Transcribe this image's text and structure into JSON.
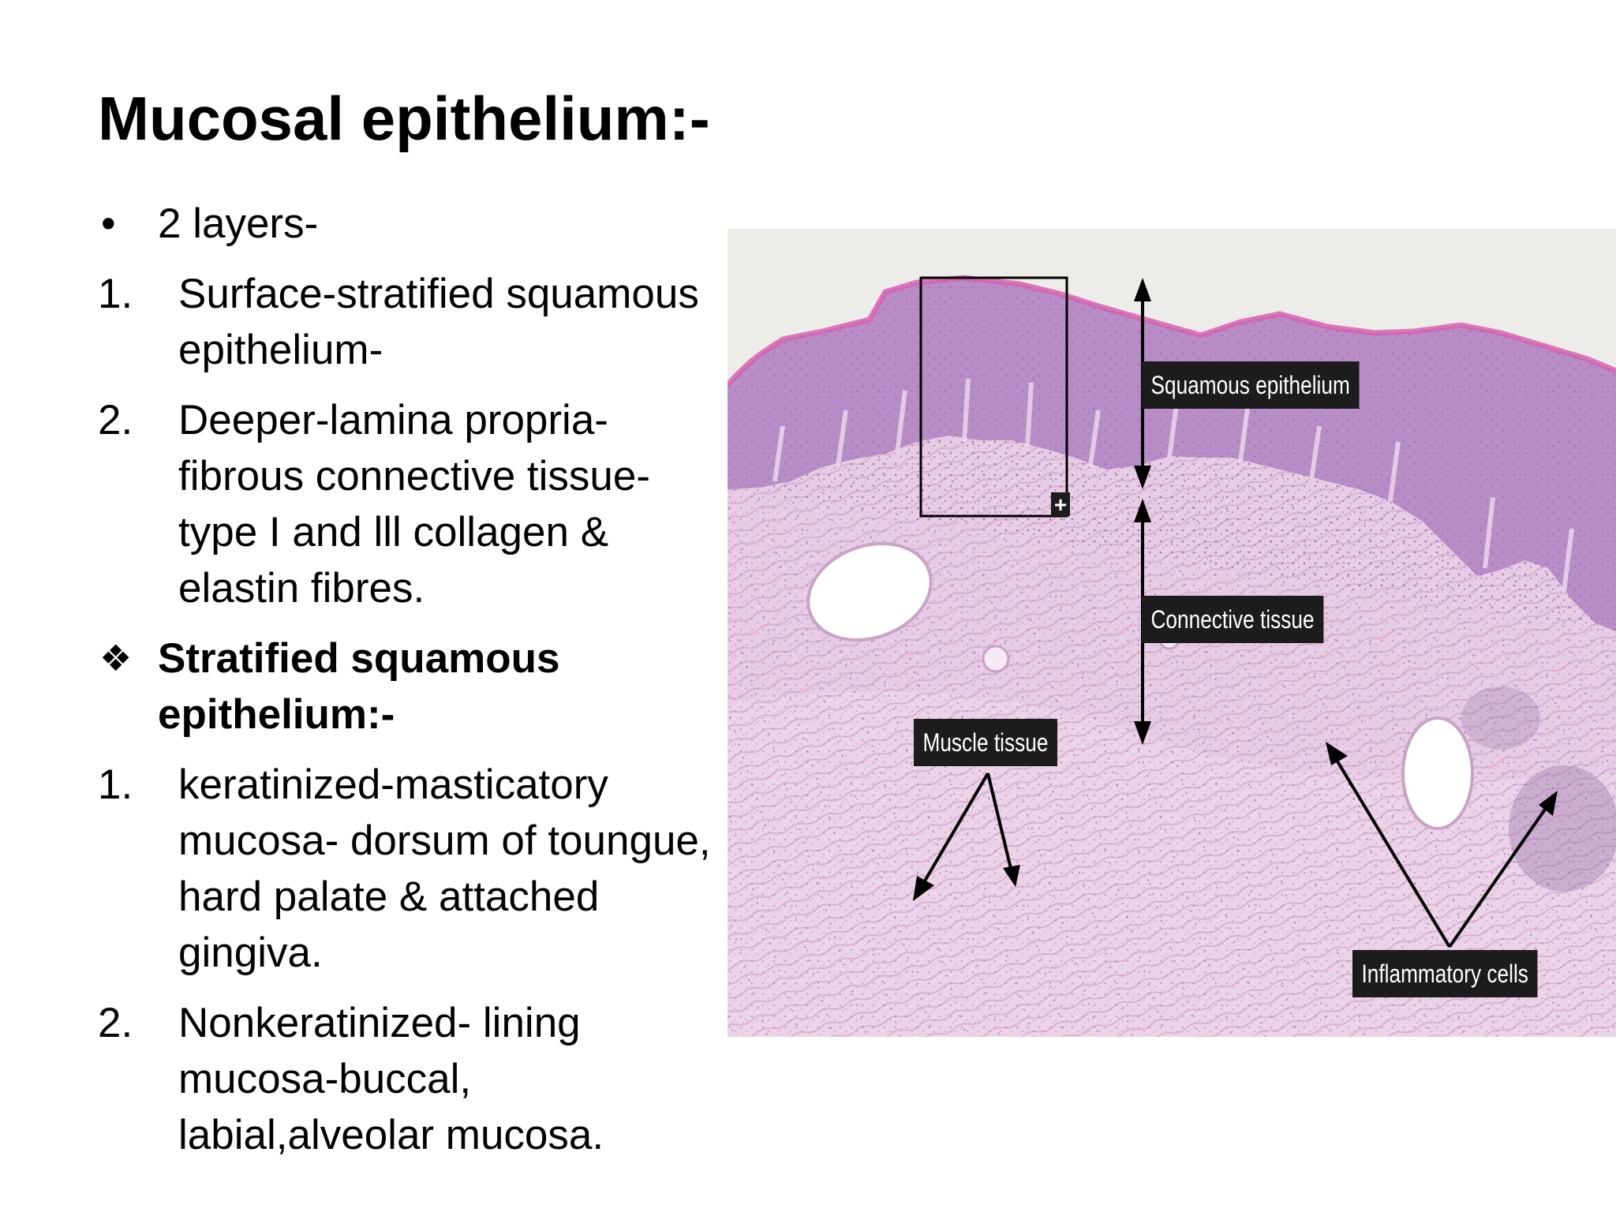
{
  "slide": {
    "title": "Mucosal epithelium:-",
    "items": [
      {
        "marker": "•",
        "text": "2 layers-"
      },
      {
        "marker": "1.",
        "text": "Surface-stratified squamous epithelium-"
      },
      {
        "marker": "2.",
        "text": "Deeper-lamina propria- fibrous connective tissue- type I and lll collagen & elastin fibres."
      },
      {
        "marker": "❖",
        "text": "Stratified squamous epithelium:-"
      },
      {
        "marker": "1.",
        "text": "keratinized-masticatory mucosa- dorsum of toungue, hard palate & attached gingiva."
      },
      {
        "marker": "2.",
        "text": "Nonkeratinized- lining mucosa-buccal, labial,alveolar mucosa."
      }
    ]
  },
  "figure": {
    "labels": {
      "squamous": "Squamous epithelium",
      "connective": "Connective tissue",
      "muscle": "Muscle tissue",
      "inflammatory": "Inflammatory cells"
    },
    "zoom_box_symbol": "+",
    "colors": {
      "background": "#ecece8",
      "epithelium": "#b98fc8",
      "epithelium_edge": "#d86fb4",
      "connective": "#e6c9e2",
      "muscle": "#eacfe6",
      "label_bg": "#1c1c1c"
    }
  }
}
